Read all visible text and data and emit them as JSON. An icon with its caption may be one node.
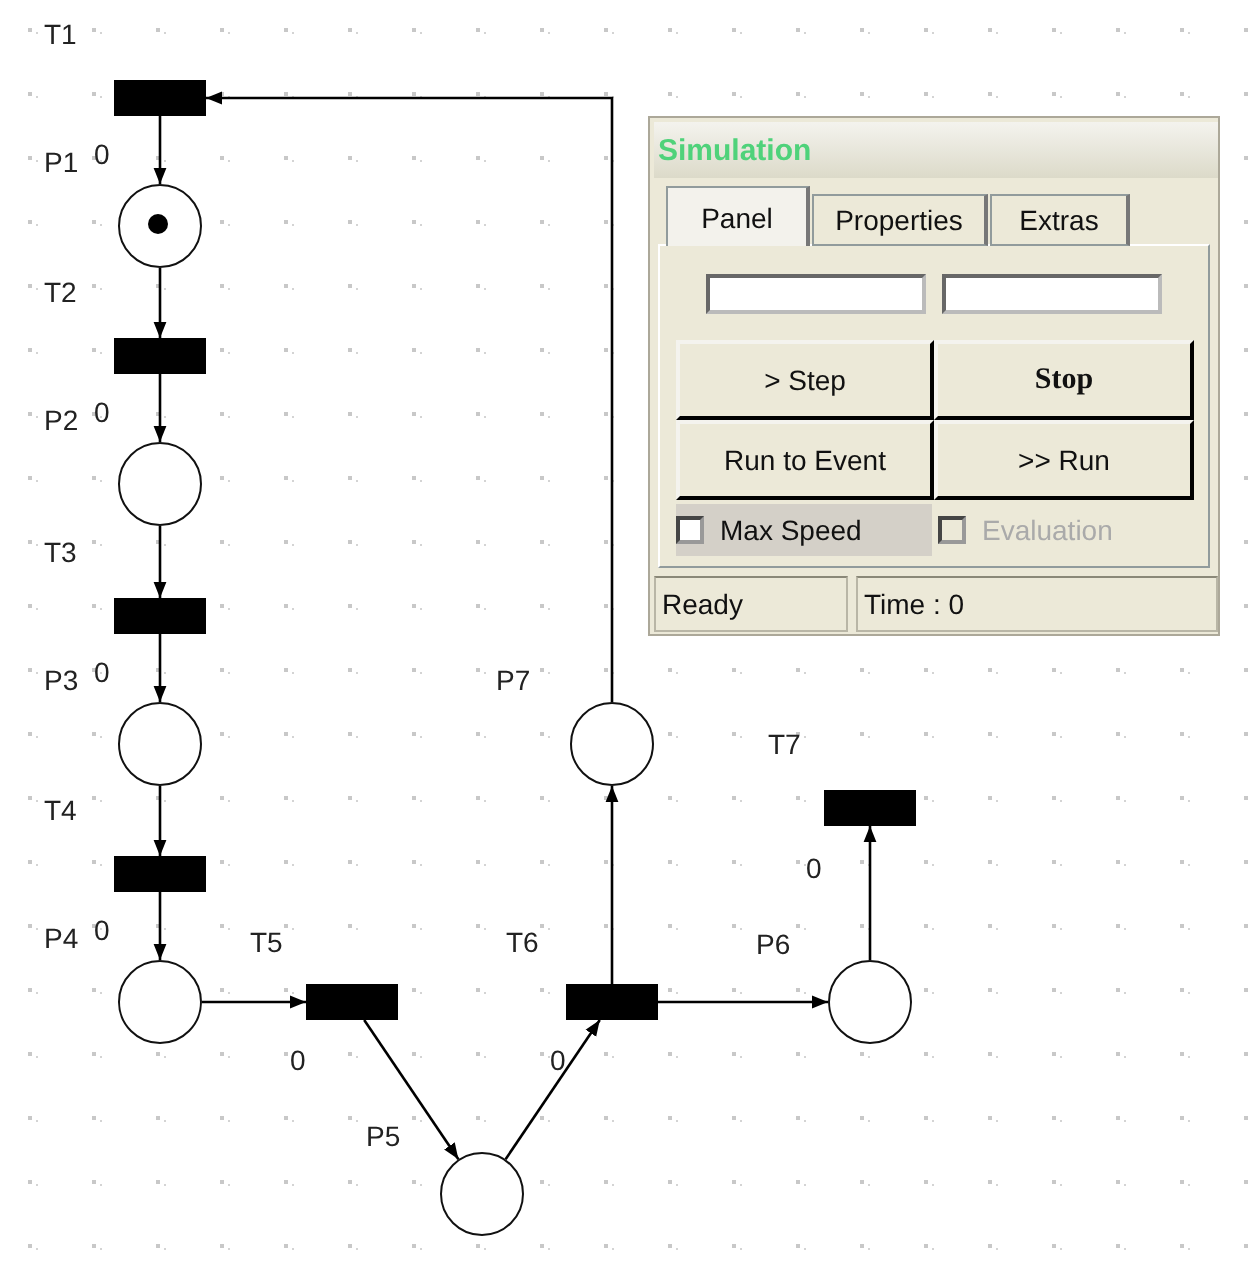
{
  "diagram": {
    "nodes": [
      {
        "text": [],
        "shape": "bar",
        "beside": [
          "T1"
        ]
      },
      {
        "text": [],
        "shape": "circle",
        "beside": [
          "P1",
          "0"
        ]
      },
      {
        "text": [],
        "shape": "bar",
        "beside": [
          "T2"
        ]
      },
      {
        "text": [],
        "shape": "circle",
        "beside": [
          "P2",
          "0"
        ]
      },
      {
        "text": [],
        "shape": "bar",
        "beside": [
          "T3"
        ]
      },
      {
        "text": [],
        "shape": "circle",
        "beside": [
          "P3",
          "0"
        ]
      },
      {
        "text": [],
        "shape": "bar",
        "beside": [
          "T4"
        ]
      },
      {
        "text": [],
        "shape": "circle",
        "beside": [
          "P4",
          "0"
        ]
      },
      {
        "text": [],
        "shape": "bar",
        "beside": [
          "T5",
          "0"
        ]
      },
      {
        "text": [],
        "shape": "circle",
        "beside": [
          "P5"
        ]
      },
      {
        "text": [],
        "shape": "bar",
        "beside": [
          "T6",
          "0"
        ]
      },
      {
        "text": [],
        "shape": "circle",
        "beside": [
          "P6"
        ]
      },
      {
        "text": [],
        "shape": "circle",
        "beside": [
          "P7"
        ]
      },
      {
        "text": [],
        "shape": "bar",
        "beside": [
          "T7",
          "0"
        ]
      },
      {
        "text": [
          "Simulation",
          "Panel",
          "Properties",
          "Extras",
          "> Step",
          "Stop",
          "Run to Event",
          ">> Run",
          "Max Speed",
          "Evaluation",
          "Ready",
          "Time : 0"
        ]
      }
    ],
    "edges": [
      {
        "from": 0,
        "to": 1,
        "arrow": "to"
      },
      {
        "from": 1,
        "to": 2,
        "arrow": "to"
      },
      {
        "from": 2,
        "to": 3,
        "arrow": "to"
      },
      {
        "from": 3,
        "to": 4,
        "arrow": "to"
      },
      {
        "from": 4,
        "to": 5,
        "arrow": "to"
      },
      {
        "from": 5,
        "to": 6,
        "arrow": "to"
      },
      {
        "from": 6,
        "to": 7,
        "arrow": "to"
      },
      {
        "from": 7,
        "to": 8,
        "arrow": "to"
      },
      {
        "from": 8,
        "to": 9,
        "arrow": "to"
      },
      {
        "from": 9,
        "to": 10,
        "arrow": "to"
      },
      {
        "from": 10,
        "to": 12,
        "arrow": "to"
      },
      {
        "from": 10,
        "to": 11,
        "arrow": "to"
      },
      {
        "from": 11,
        "to": 13,
        "arrow": "to"
      },
      {
        "from": 12,
        "to": 0,
        "arrow": "to"
      }
    ]
  }
}
